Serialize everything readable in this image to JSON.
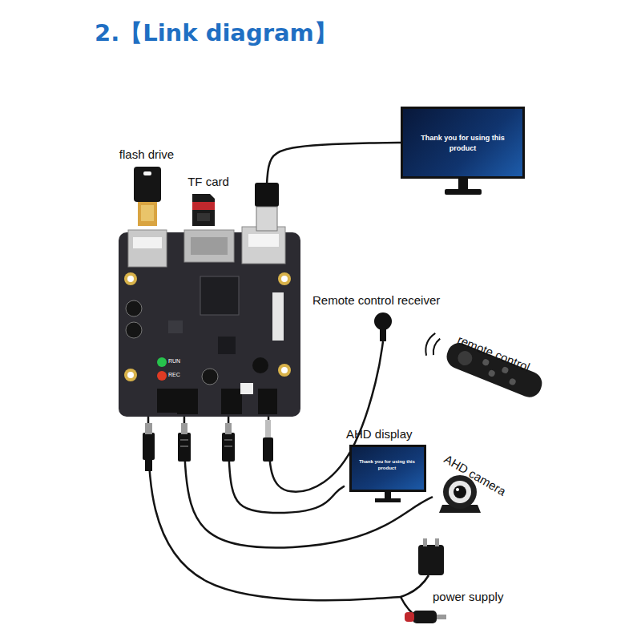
{
  "diagram": {
    "title": "2.【Link diagram】",
    "nodes": [
      {
        "text": [
          "REC",
          "RUN"
        ]
      },
      {
        "text": [
          "flash drive"
        ]
      },
      {
        "text": [
          "TF card"
        ]
      },
      {
        "text": [
          "Thank you for using this product"
        ]
      },
      {
        "text": [
          "Remote control receiver"
        ]
      },
      {
        "text": [
          "remote control"
        ]
      },
      {
        "text": [
          "AHD display",
          "Thank you for using this product"
        ]
      },
      {
        "text": [
          "AHD camera"
        ]
      },
      {
        "text": [
          "power supply"
        ]
      }
    ],
    "edges": [
      {
        "from": 0,
        "to": 3,
        "arrow": "none"
      },
      {
        "from": 0,
        "to": 4,
        "arrow": "none"
      },
      {
        "from": 0,
        "to": 6,
        "arrow": "none"
      },
      {
        "from": 0,
        "to": 7,
        "arrow": "none"
      },
      {
        "from": 0,
        "to": 8,
        "arrow": "none"
      }
    ]
  }
}
